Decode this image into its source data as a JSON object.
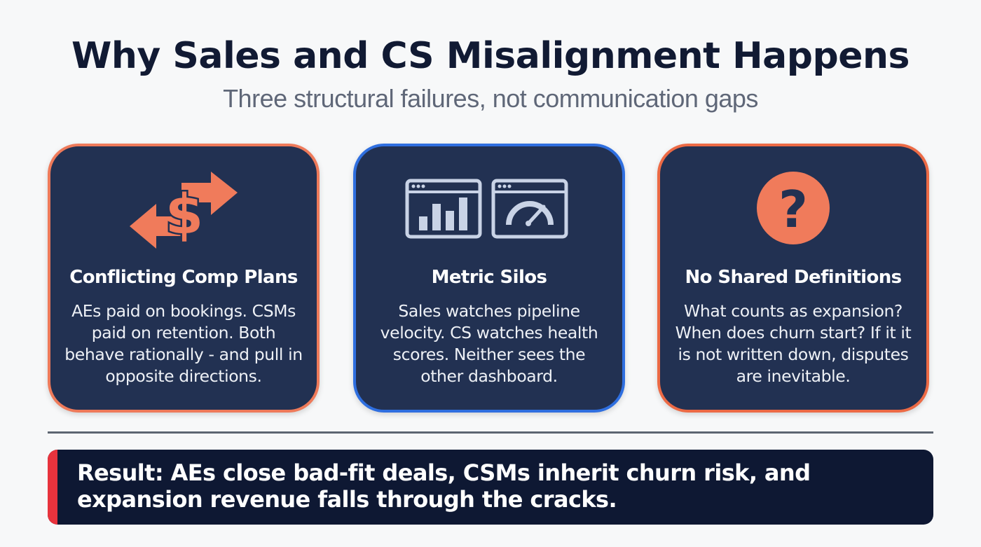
{
  "header": {
    "title": "Why Sales and CS Misalignment Happens",
    "subtitle": "Three structural failures, not communication gaps"
  },
  "cards": [
    {
      "icon": "dollar-arrows-icon",
      "title": "Conflicting Comp Plans",
      "body": "AEs paid on bookings. CSMs paid on retention. Both behave rationally - and pull in opposite directions.",
      "border_color": "#ee7a5a"
    },
    {
      "icon": "dashboards-icon",
      "title": "Metric Silos",
      "body": "Sales watches pipeline velocity. CS watches health scores. Neither sees the other dashboard.",
      "border_color": "#2f6fe0"
    },
    {
      "icon": "question-icon",
      "title": "No Shared Definitions",
      "body": "What counts as expansion? When does churn start? If it it is not written down, disputes are inevitable.",
      "border_color": "#ec6a45"
    }
  ],
  "result": {
    "text": "Result: AEs close bad-fit deals, CSMs inherit churn risk, and expansion revenue falls through the cracks.",
    "accent_color": "#e8333d"
  },
  "colors": {
    "card_bg": "#223152",
    "icon_orange": "#f07b5b",
    "icon_light": "#c9d3e6",
    "title_navy": "#111a33"
  }
}
